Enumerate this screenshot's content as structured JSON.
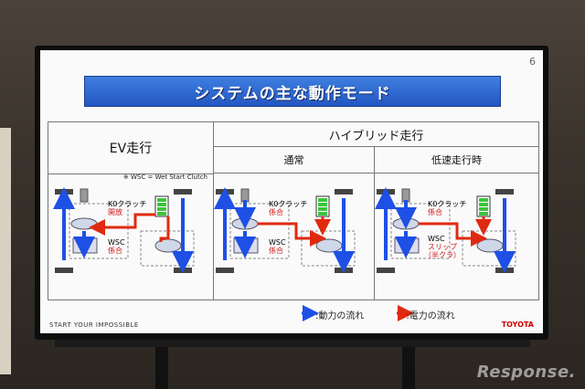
{
  "slide": {
    "page_number": "6",
    "title": "システムの主な動作モード",
    "note": "※ WSC = Wet Start Clutch",
    "footer_left": "START YOUR IMPOSSIBLE",
    "footer_right": "TOYOTA"
  },
  "columns": {
    "ev": {
      "title": "EV走行",
      "k0_label": "K0クラッチ",
      "k0_state": "開放",
      "wsc_label": "WSC",
      "wsc_state": "係合"
    },
    "hybrid": {
      "title": "ハイブリッド走行"
    },
    "normal": {
      "title": "通常",
      "k0_label": "K0クラッチ",
      "k0_state": "係合",
      "wsc_label": "WSC",
      "wsc_state": "係合"
    },
    "lowspeed": {
      "title": "低速走行時",
      "k0_label": "K0クラッチ",
      "k0_state": "係合",
      "wsc_label": "WSC",
      "wsc_state1": "スリップ",
      "wsc_state2": "（半クラ）"
    }
  },
  "legend": {
    "power_flow": ":動力の流れ",
    "electric_flow": ":電力の流れ"
  },
  "watermark": "Response.",
  "colors": {
    "power": "#1e50e6",
    "electric": "#e02a10",
    "banner": "#2a5fd0",
    "battery": "#3cc43c"
  }
}
